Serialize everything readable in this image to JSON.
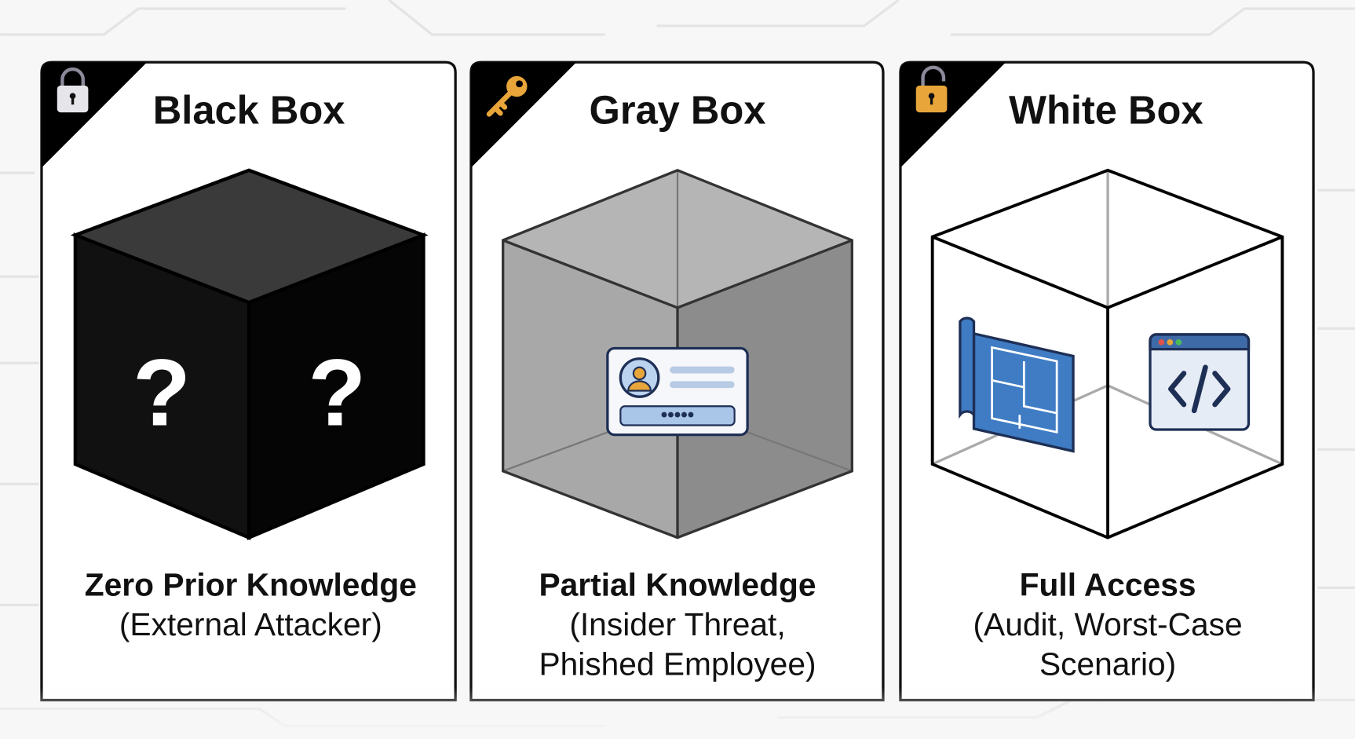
{
  "cards": [
    {
      "title": "Black Box",
      "icon": "padlock-locked-icon",
      "heading": "Zero Prior Knowledge",
      "lines": [
        "(External Attacker)"
      ]
    },
    {
      "title": "Gray Box",
      "icon": "key-icon",
      "heading": "Partial Knowledge",
      "lines": [
        "(Insider Threat,",
        "Phished Employee)"
      ]
    },
    {
      "title": "White Box",
      "icon": "padlock-unlocked-icon",
      "heading": "Full Access",
      "lines": [
        "(Audit, Worst-Case",
        "Scenario)"
      ]
    }
  ],
  "colors": {
    "blueprint": "#3f7cc4",
    "navy": "#1e2f55",
    "lock_gold": "#e8a53a",
    "lock_gray": "#e6e6ea"
  }
}
